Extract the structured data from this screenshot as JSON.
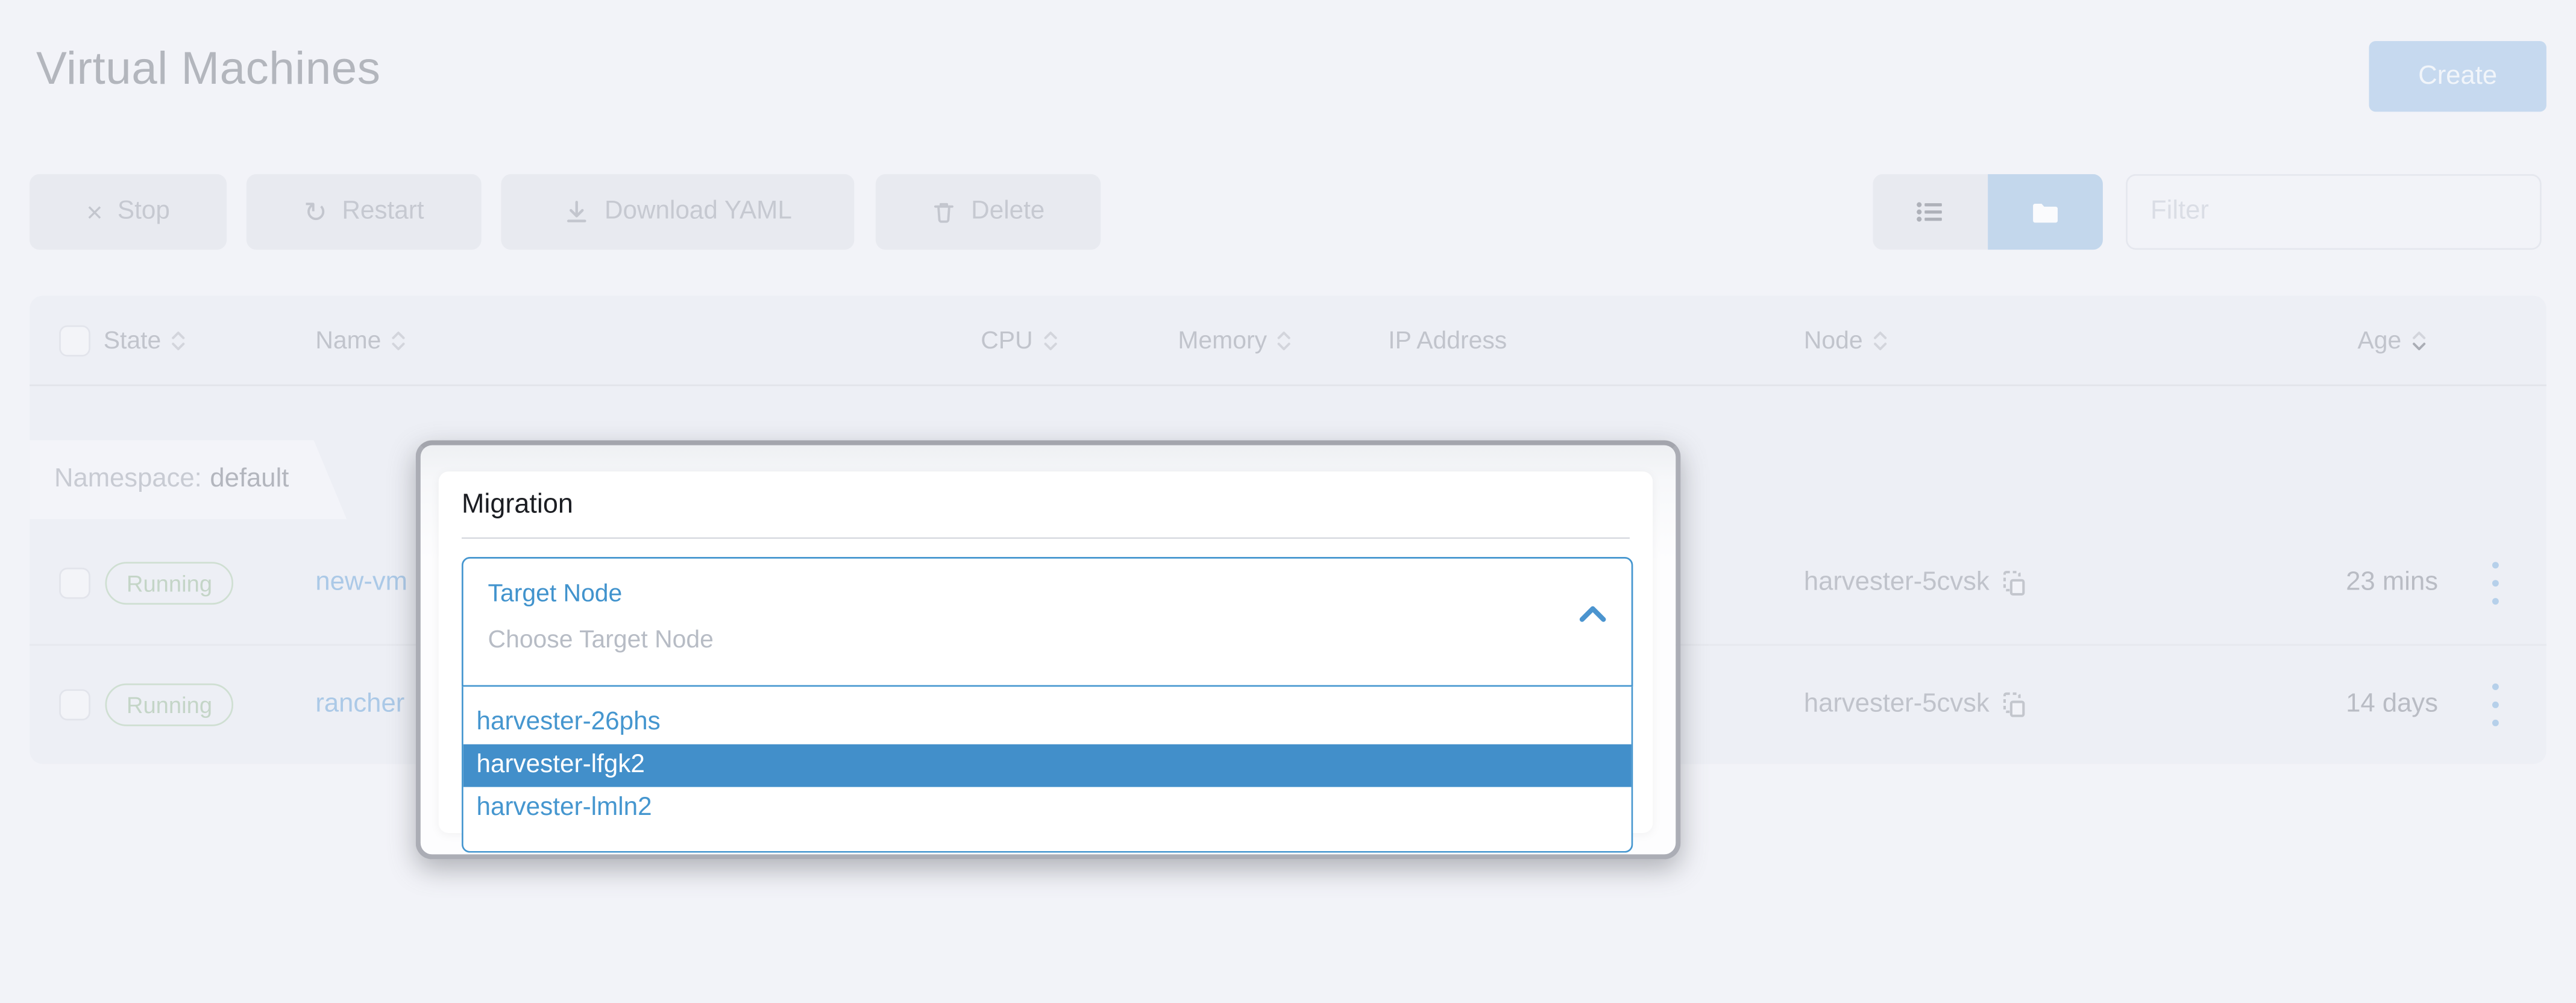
{
  "page": {
    "title": "Virtual Machines"
  },
  "header": {
    "create_label": "Create"
  },
  "toolbar": {
    "stop_label": "Stop",
    "restart_label": "Restart",
    "download_yaml_label": "Download YAML",
    "delete_label": "Delete",
    "filter_placeholder": "Filter"
  },
  "table": {
    "headers": [
      {
        "label": "State"
      },
      {
        "label": "Name"
      },
      {
        "label": "CPU"
      },
      {
        "label": "Memory"
      },
      {
        "label": "IP Address"
      },
      {
        "label": "Node"
      },
      {
        "label": "Age"
      }
    ],
    "group": {
      "label": "Namespace:",
      "value": "default"
    },
    "rows": [
      {
        "state": "Running",
        "name": "new-vm",
        "node": "harvester-5cvsk",
        "age": "23 mins"
      },
      {
        "state": "Running",
        "name": "rancher",
        "node": "harvester-5cvsk",
        "age": "14 days"
      }
    ]
  },
  "modal": {
    "title": "Migration",
    "target_node": {
      "label": "Target Node",
      "placeholder": "Choose Target Node",
      "options": [
        {
          "label": "harvester-26phs"
        },
        {
          "label": "harvester-lfgk2"
        },
        {
          "label": "harvester-lmln2"
        }
      ],
      "selected": "harvester-lfgk2"
    }
  },
  "colors": {
    "accent_blue": "#4596cf",
    "highlight_blue": "#428fca",
    "toggle_active_blue": "#c3d7ec",
    "running_green": "#c4d5c7",
    "page_background": "#f2f3f8"
  }
}
